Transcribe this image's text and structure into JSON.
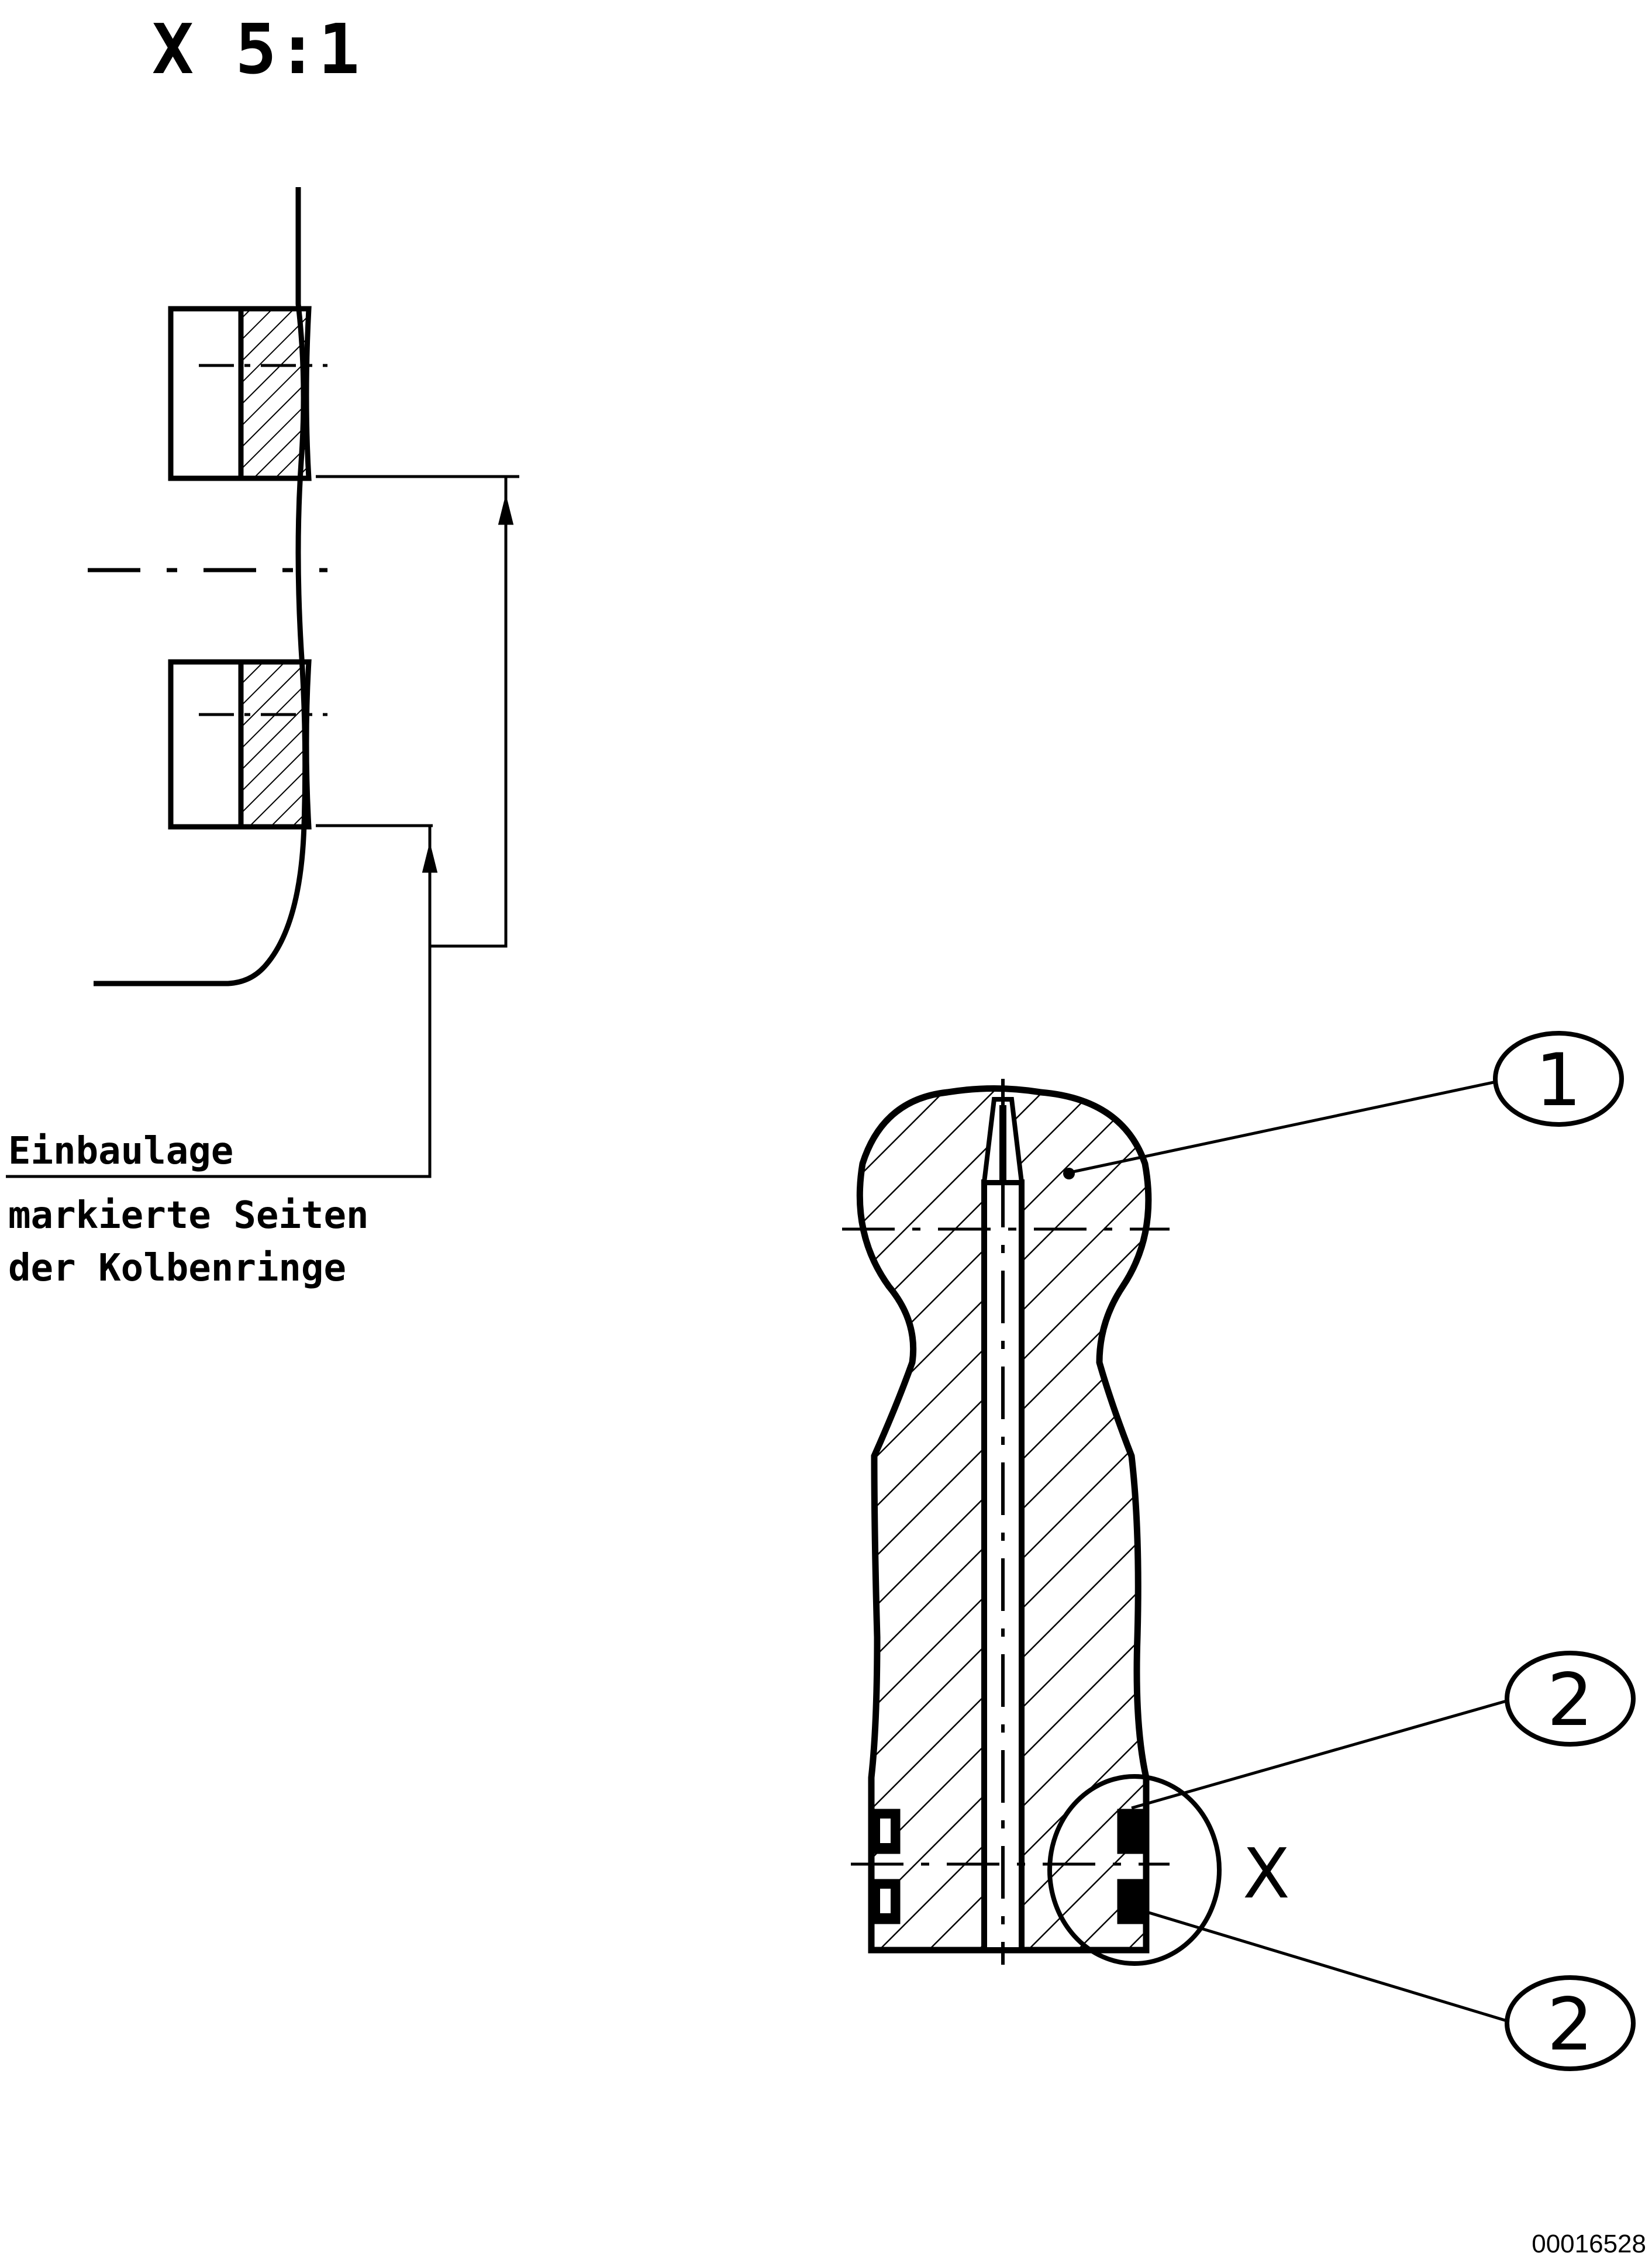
{
  "detail": {
    "title": "X 5:1",
    "note_line1": "Einbaulage",
    "note_line2": "markierte Seiten",
    "note_line3": "der Kolbenringe"
  },
  "main_view": {
    "detail_marker": "X",
    "callouts": [
      {
        "number": "1"
      },
      {
        "number": "2"
      },
      {
        "number": "2"
      }
    ]
  },
  "footer": {
    "doc_id": "00016528"
  },
  "colors": {
    "line": "#000000",
    "background": "#ffffff"
  }
}
